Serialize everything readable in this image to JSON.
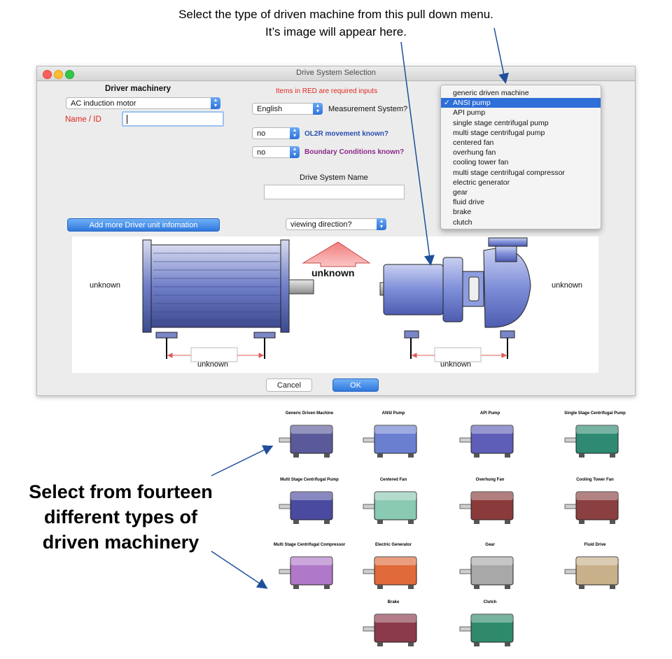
{
  "annotations": {
    "top_line1": "Select the type of driven machine from this pull down menu.",
    "top_line2": "It’s image will appear here.",
    "bottom_line1": "Select from fourteen",
    "bottom_line2": "different types of",
    "bottom_line3": "driven machinery"
  },
  "window": {
    "title": "Drive System Selection",
    "driver_heading": "Driver machinery",
    "driver_type": "AC induction motor",
    "name_id_label": "Name / ID",
    "name_id_value": "",
    "required_note": "Items in RED are required inputs",
    "units_value": "English",
    "units_label": "Measurement System?",
    "ol2r_value": "no",
    "ol2r_label": "OL2R movement known?",
    "boundary_value": "no",
    "boundary_label": "Boundary Conditions known?",
    "system_name_label": "Drive System Name",
    "system_name_value": "",
    "add_driver_button": "Add more Driver unit infomation",
    "viewing_direction": "viewing direction?",
    "cancel_button": "Cancel",
    "ok_button": "OK"
  },
  "canvas": {
    "driver_label": "unknown",
    "driven_label": "unknown",
    "direction_label": "unknown",
    "driver_span_label": "unknown",
    "driven_span_label": "unknown"
  },
  "dropdown": {
    "selected": "ANSI pump",
    "items": [
      "generic driven machine",
      "ANSI pump",
      "API pump",
      "single stage centrifugal pump",
      "multi stage centrifugal pump",
      "centered fan",
      "overhung fan",
      "cooling tower fan",
      "multi stage centrifugal compressor",
      "electric generator",
      "gear",
      "fluid drive",
      "brake",
      "clutch"
    ]
  },
  "gallery": [
    {
      "caption": "Generic Driven Machine",
      "color": "#5a5a9a"
    },
    {
      "caption": "ANSI Pump",
      "color": "#6a7fd0"
    },
    {
      "caption": "API Pump",
      "color": "#5e5eb8"
    },
    {
      "caption": "Single Stage Centrifugal Pump",
      "color": "#2e8a72"
    },
    {
      "caption": "Multi Stage Centrifugal Pump",
      "color": "#4a4aa0"
    },
    {
      "caption": "Centered Fan",
      "color": "#8ac9b2"
    },
    {
      "caption": "Overhung Fan",
      "color": "#8a3a3a"
    },
    {
      "caption": "Cooling Tower Fan",
      "color": "#8a4040"
    },
    {
      "caption": "Multi Stage Centrifugal Compressor",
      "color": "#b078c8"
    },
    {
      "caption": "Electric Generator",
      "color": "#e06a3a"
    },
    {
      "caption": "Gear",
      "color": "#a8a8a8"
    },
    {
      "caption": "Fluid Drive",
      "color": "#c8b08a"
    },
    {
      "caption": "Brake",
      "color": "#8a3a4a"
    },
    {
      "caption": "Clutch",
      "color": "#2e8a6a"
    }
  ],
  "colors": {
    "required_red": "#e0281e",
    "ol2r_blue": "#2a4fb0",
    "boundary_purple": "#8a2a8a",
    "accent_blue": "#2e6fd8",
    "arrow_blue": "#1f4f9a"
  }
}
